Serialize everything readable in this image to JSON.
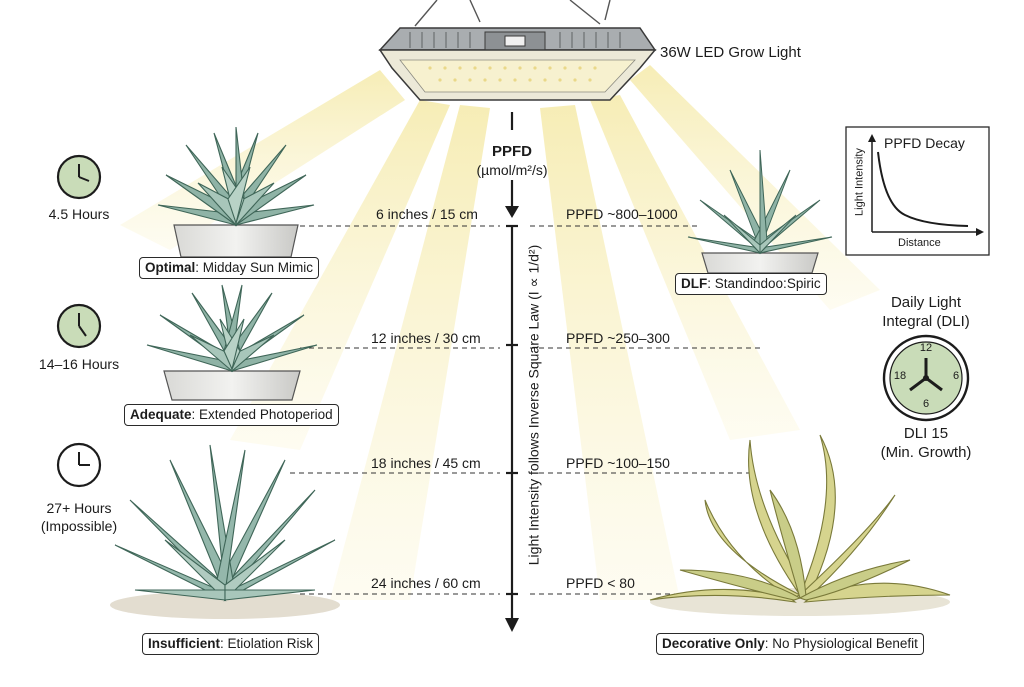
{
  "light": {
    "title": "36W LED Grow Light"
  },
  "axis": {
    "metric": "PPFD",
    "unit": "(µmol/m²/s)",
    "law_text": "Light Intensity follows Inverse Square Law (I ∝ 1/d²)"
  },
  "levels": [
    {
      "distance": "6 inches / 15 cm",
      "ppfd": "PPFD ~800–1000",
      "time": "4.5 Hours",
      "time_extra": "",
      "rating_bold": "Optimal",
      "rating_text": ": Midday Sun Mimic"
    },
    {
      "distance": "12 inches / 30 cm",
      "ppfd": "PPFD ~250–300",
      "time": "14–16 Hours",
      "time_extra": "",
      "rating_bold": "Adequate",
      "rating_text": ": Extended Photoperiod"
    },
    {
      "distance": "18 inches / 45 cm",
      "ppfd": "PPFD ~100–150",
      "time": "27+ Hours",
      "time_extra": "(Impossible)",
      "rating_bold": "Insufficient",
      "rating_text": ": Etiolation Risk"
    },
    {
      "distance": "24 inches / 60 cm",
      "ppfd": "PPFD < 80",
      "time": "",
      "time_extra": "",
      "rating_bold": "Decorative Only",
      "rating_text": ": No Physiological Benefit"
    }
  ],
  "right_plant_label": {
    "bold": "DLF",
    "text": ": Standindoo:Spiric"
  },
  "decay_chart": {
    "title": "PPFD Decay",
    "ylabel": "Light Intensity",
    "xlabel": "Distance"
  },
  "dli": {
    "title_line1": "Daily Light",
    "title_line2": "Integral (DLI)",
    "clock_numbers": [
      "12",
      "6",
      "18",
      "6"
    ],
    "value": "DLI 15",
    "note": "(Min. Growth)"
  },
  "colors": {
    "beam": "#fbf3c4",
    "plant": "#8fb3a6",
    "plant_dark": "#4f7a6d",
    "clock_face": "#c9dcb8",
    "dying_plant": "#d6d48e"
  }
}
